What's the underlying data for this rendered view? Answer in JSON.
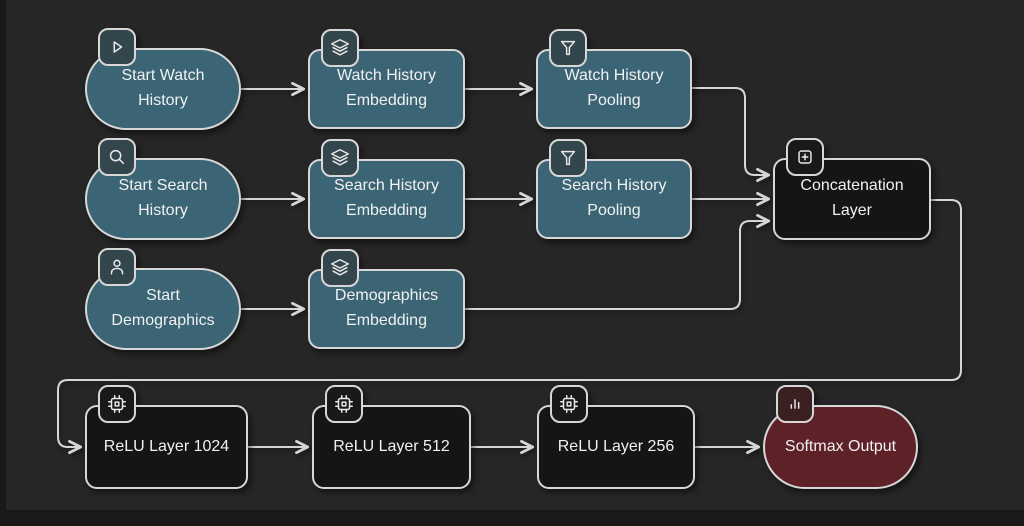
{
  "diagram": {
    "type": "flowchart",
    "background": "#262626",
    "colors": {
      "node_teal": "#3b6474",
      "node_dark": "#151515",
      "node_red": "#5e2127",
      "border": "#d7d7d7",
      "edge_line": "#d6d6d6",
      "text": "#f1f1f1",
      "badge_teal": "#33454d",
      "badge_dark": "#191919",
      "badge_red": "#3a2021"
    },
    "nodes": [
      {
        "id": "start-watch-history",
        "label": "Start Watch\nHistory",
        "icon": "play-icon",
        "shape": "stadium",
        "color": "teal"
      },
      {
        "id": "watch-history-embedding",
        "label": "Watch History\nEmbedding",
        "icon": "layers-icon",
        "shape": "rect",
        "color": "teal"
      },
      {
        "id": "watch-history-pooling",
        "label": "Watch History\nPooling",
        "icon": "funnel-icon",
        "shape": "rect",
        "color": "teal"
      },
      {
        "id": "start-search-history",
        "label": "Start Search\nHistory",
        "icon": "search-icon",
        "shape": "stadium",
        "color": "teal"
      },
      {
        "id": "search-history-embedding",
        "label": "Search History\nEmbedding",
        "icon": "layers-icon",
        "shape": "rect",
        "color": "teal"
      },
      {
        "id": "search-history-pooling",
        "label": "Search History\nPooling",
        "icon": "funnel-icon",
        "shape": "rect",
        "color": "teal"
      },
      {
        "id": "start-demographics",
        "label": "Start\nDemographics",
        "icon": "person-icon",
        "shape": "stadium",
        "color": "teal"
      },
      {
        "id": "demographics-embedding",
        "label": "Demographics\nEmbedding",
        "icon": "layers-icon",
        "shape": "rect",
        "color": "teal"
      },
      {
        "id": "concatenation-layer",
        "label": "Concatenation\nLayer",
        "icon": "plus-icon",
        "shape": "rect",
        "color": "dark"
      },
      {
        "id": "relu-layer-1024",
        "label": "ReLU Layer 1024",
        "icon": "chip-icon",
        "shape": "rect",
        "color": "dark"
      },
      {
        "id": "relu-layer-512",
        "label": "ReLU Layer 512",
        "icon": "chip-icon",
        "shape": "rect",
        "color": "dark"
      },
      {
        "id": "relu-layer-256",
        "label": "ReLU Layer 256",
        "icon": "chip-icon",
        "shape": "rect",
        "color": "dark"
      },
      {
        "id": "softmax-output",
        "label": "Softmax Output",
        "icon": "bar-chart-icon",
        "shape": "stadium",
        "color": "red"
      }
    ],
    "edges": [
      {
        "from": "start-watch-history",
        "to": "watch-history-embedding"
      },
      {
        "from": "watch-history-embedding",
        "to": "watch-history-pooling"
      },
      {
        "from": "watch-history-pooling",
        "to": "concatenation-layer"
      },
      {
        "from": "start-search-history",
        "to": "search-history-embedding"
      },
      {
        "from": "search-history-embedding",
        "to": "search-history-pooling"
      },
      {
        "from": "search-history-pooling",
        "to": "concatenation-layer"
      },
      {
        "from": "start-demographics",
        "to": "demographics-embedding"
      },
      {
        "from": "demographics-embedding",
        "to": "concatenation-layer"
      },
      {
        "from": "concatenation-layer",
        "to": "relu-layer-1024"
      },
      {
        "from": "relu-layer-1024",
        "to": "relu-layer-512"
      },
      {
        "from": "relu-layer-512",
        "to": "relu-layer-256"
      },
      {
        "from": "relu-layer-256",
        "to": "softmax-output"
      }
    ]
  }
}
